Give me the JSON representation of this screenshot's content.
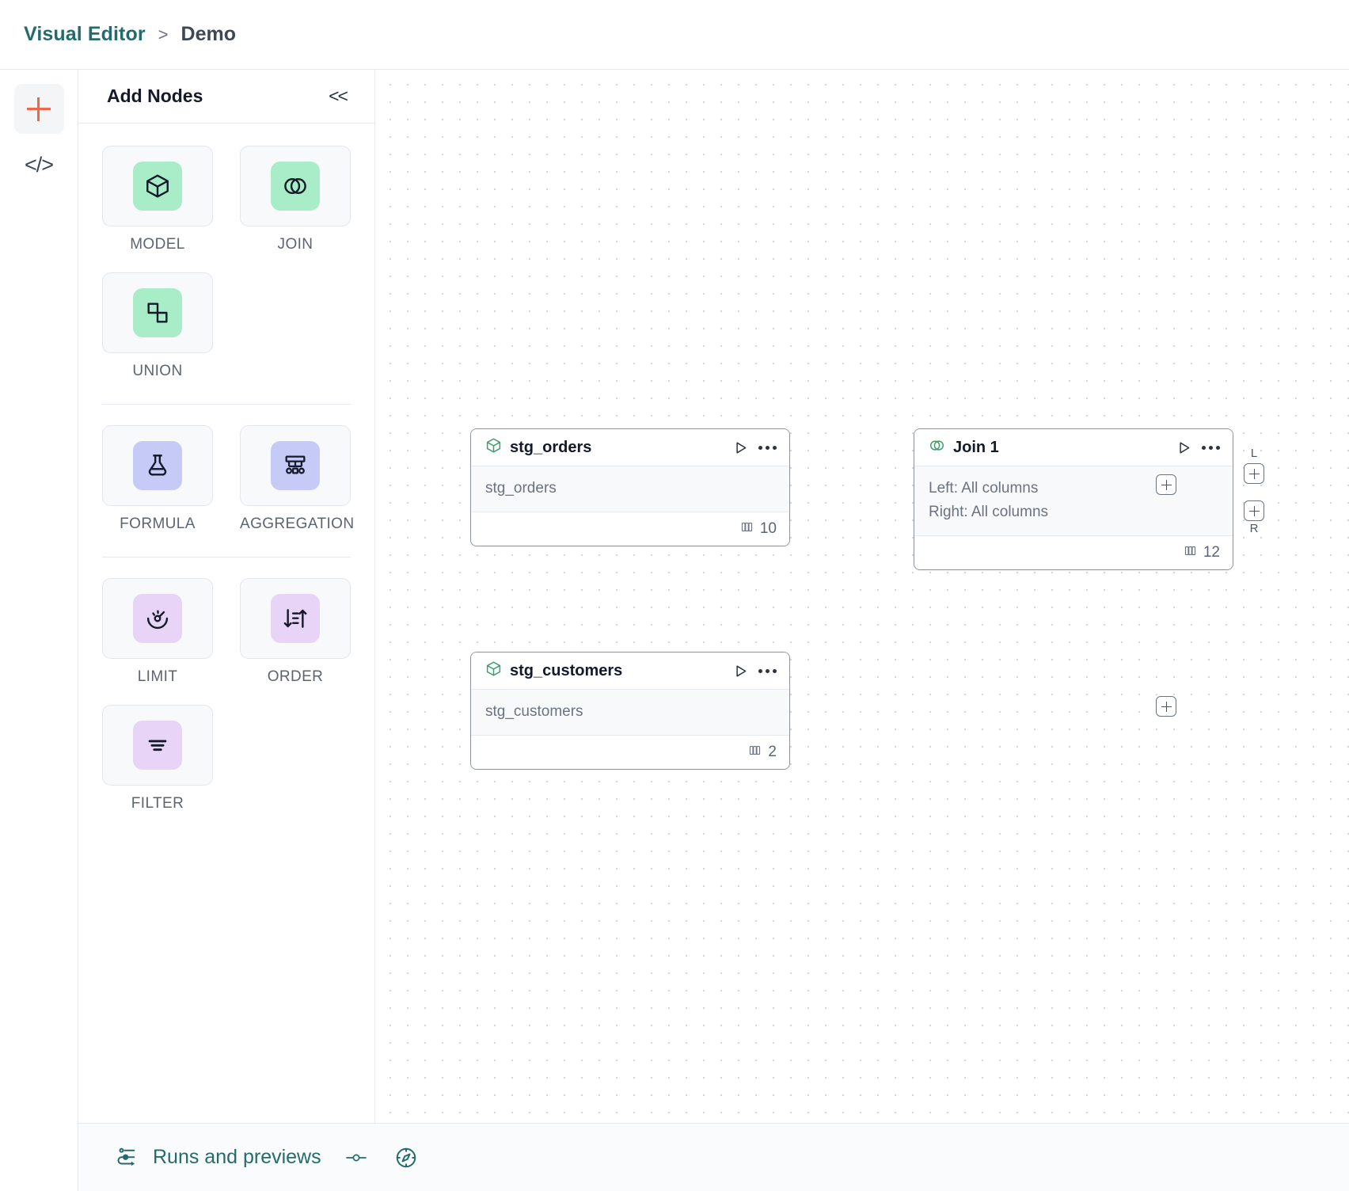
{
  "breadcrumb": {
    "root": "Visual Editor",
    "separator": ">",
    "leaf": "Demo"
  },
  "rail": {
    "items": [
      {
        "name": "add-node-rail-button",
        "icon": "plus-icon",
        "color": "#f0664a",
        "active": true
      },
      {
        "name": "code-view-rail-button",
        "icon": "code-icon",
        "label": "</>",
        "active": false
      }
    ]
  },
  "panel": {
    "title": "Add Nodes",
    "collapse_label": "<<",
    "groups": [
      {
        "nodes": [
          {
            "label": "MODEL",
            "icon": "cube-icon",
            "swatch": "sw-green"
          },
          {
            "label": "JOIN",
            "icon": "venn-circles-icon",
            "swatch": "sw-green"
          },
          {
            "label": "UNION",
            "icon": "union-shapes-icon",
            "swatch": "sw-green"
          }
        ]
      },
      {
        "nodes": [
          {
            "label": "FORMULA",
            "icon": "flask-icon",
            "swatch": "sw-blue"
          },
          {
            "label": "AGGREGATION",
            "icon": "aggregation-tree-icon",
            "swatch": "sw-blue"
          }
        ]
      },
      {
        "nodes": [
          {
            "label": "LIMIT",
            "icon": "gauge-icon",
            "swatch": "sw-violet"
          },
          {
            "label": "ORDER",
            "icon": "sort-arrows-icon",
            "swatch": "sw-violet"
          },
          {
            "label": "FILTER",
            "icon": "filter-lines-icon",
            "swatch": "sw-violet"
          }
        ]
      }
    ]
  },
  "canvas": {
    "nodes": [
      {
        "id": "stg_orders",
        "type": "model",
        "icon": "cube-icon",
        "title": "stg_orders",
        "body_lines": [
          "stg_orders"
        ],
        "column_count": "10",
        "column_icon": "columns-icon",
        "run_icon": "play-icon",
        "menu_icon": "ellipsis-icon"
      },
      {
        "id": "stg_customers",
        "type": "model",
        "icon": "cube-icon",
        "title": "stg_customers",
        "body_lines": [
          "stg_customers"
        ],
        "column_count": "2",
        "column_icon": "columns-icon",
        "run_icon": "play-icon",
        "menu_icon": "ellipsis-icon"
      },
      {
        "id": "join_1",
        "type": "join",
        "icon": "venn-circles-icon",
        "title": "Join 1",
        "body_lines": [
          "Left: All columns",
          "Right: All columns"
        ],
        "column_count": "12",
        "column_icon": "columns-icon",
        "run_icon": "play-icon",
        "menu_icon": "ellipsis-icon"
      }
    ],
    "handles": [
      {
        "name": "stg-orders-output-handle",
        "tag": ""
      },
      {
        "name": "join-left-input-handle",
        "tag": "L"
      },
      {
        "name": "join-right-input-handle",
        "tag": "R"
      },
      {
        "name": "stg-customers-output-handle",
        "tag": ""
      },
      {
        "name": "join-output-handle",
        "tag": ""
      }
    ]
  },
  "footer": {
    "runs_label": "Runs and previews",
    "runs_icon": "runs-flow-icon",
    "toggle_icon": "slider-toggle-icon",
    "compass_icon": "compass-icon",
    "accent": "#246b6b"
  },
  "colors": {
    "brand_teal": "#246b6b",
    "accent_orange": "#f0664a",
    "green_swatch": "#a8ecc8",
    "blue_swatch": "#c5cbf6",
    "violet_swatch": "#e7d4f7",
    "node_border": "#8b93a5",
    "panel_border": "#e6e9ef"
  }
}
